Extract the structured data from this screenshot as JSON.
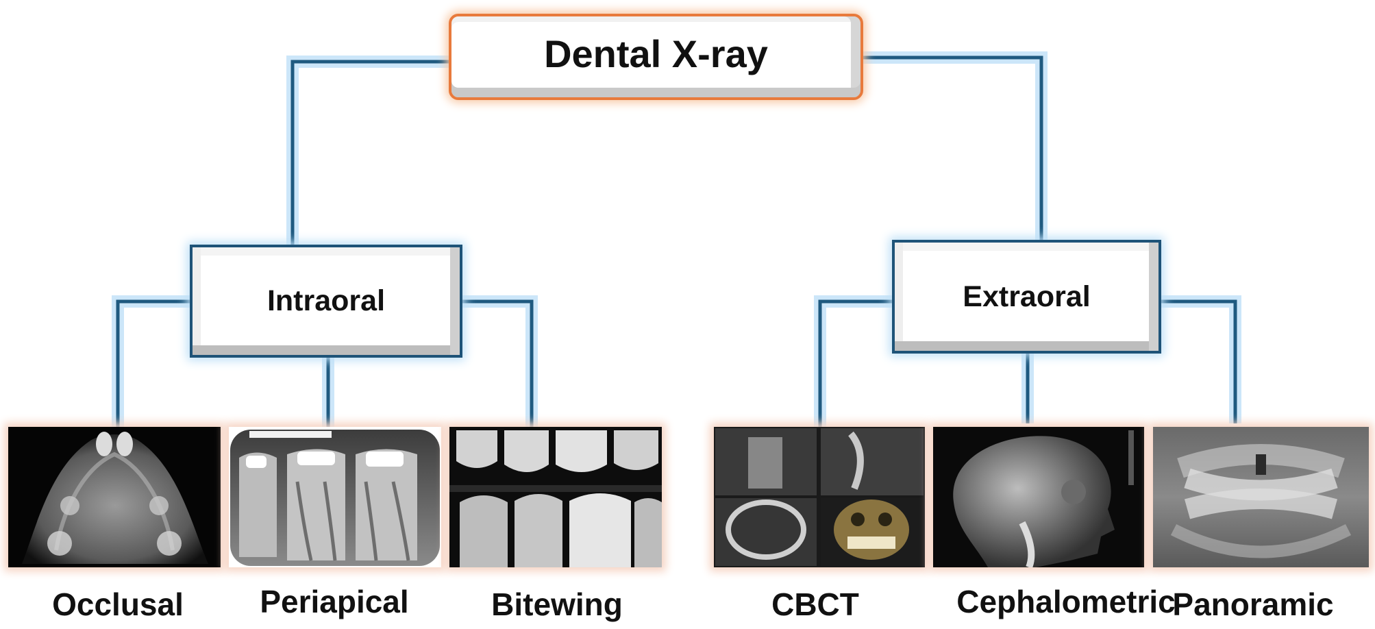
{
  "diagram": {
    "root": "Dental X-ray",
    "categories": {
      "intraoral": "Intraoral",
      "extraoral": "Extraoral"
    },
    "types": {
      "occlusal": "Occlusal",
      "periapical": "Periapical",
      "bitewing": "Bitewing",
      "cbct": "CBCT",
      "cephalometric": "Cephalometric",
      "panoramic": "Panoramic"
    }
  },
  "colors": {
    "connector": "#1f5a80",
    "connector_glow": "#bfe0f7",
    "root_border": "#e87a3c",
    "category_border": "#1e5378",
    "image_glow": "#f6d4c4"
  }
}
